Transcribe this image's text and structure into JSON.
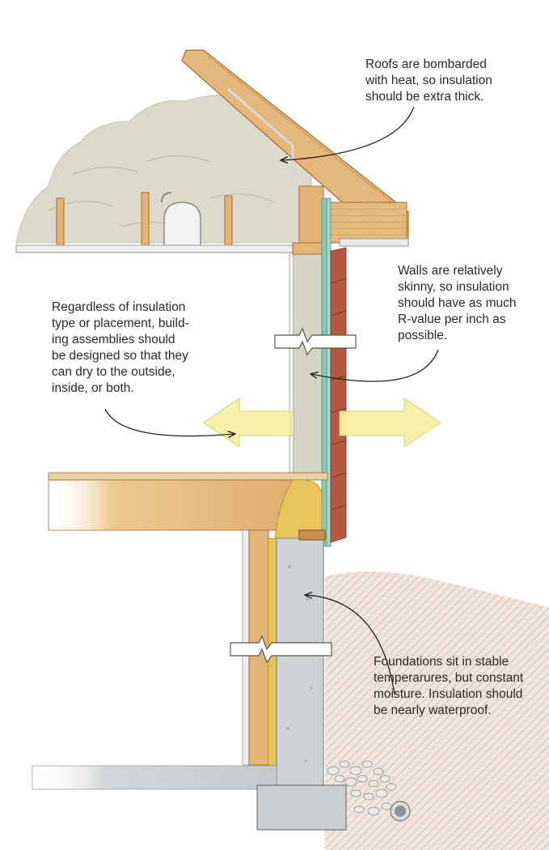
{
  "callouts": {
    "roof": {
      "lines": [
        "Roofs are bombarded",
        "with heat, so insulation",
        "should be extra thick."
      ]
    },
    "walls": {
      "lines": [
        "Walls are relatively",
        "skinny, so insulation",
        "should have as much",
        "R-value per inch as",
        "possible."
      ]
    },
    "drying": {
      "lines": [
        "Regardless of insulation",
        "type or placement, build-",
        "ing assemblies should",
        "be designed so that they",
        "can dry to the outside,",
        "inside, or both."
      ]
    },
    "foundation": {
      "lines": [
        "Foundations sit in stable",
        "temperarures, but constant",
        "moisture. Insulation should",
        "be nearly waterproof."
      ]
    }
  },
  "colors": {
    "wood": "#e2b476",
    "wood_dark": "#b5773c",
    "insulation": "#d9d7c6",
    "concrete": "#cfd2d4",
    "siding": "#b3563f",
    "sheathing": "#7fc0b0",
    "arrow": "#f6f1a2",
    "soil": "#eadfd9",
    "foam": "#e8c45a"
  },
  "icons": {
    "recessed_light": "recessed-light-icon",
    "drying_arrow": "double-headed-arrow-icon",
    "drain_pipe": "drain-pipe-icon"
  }
}
